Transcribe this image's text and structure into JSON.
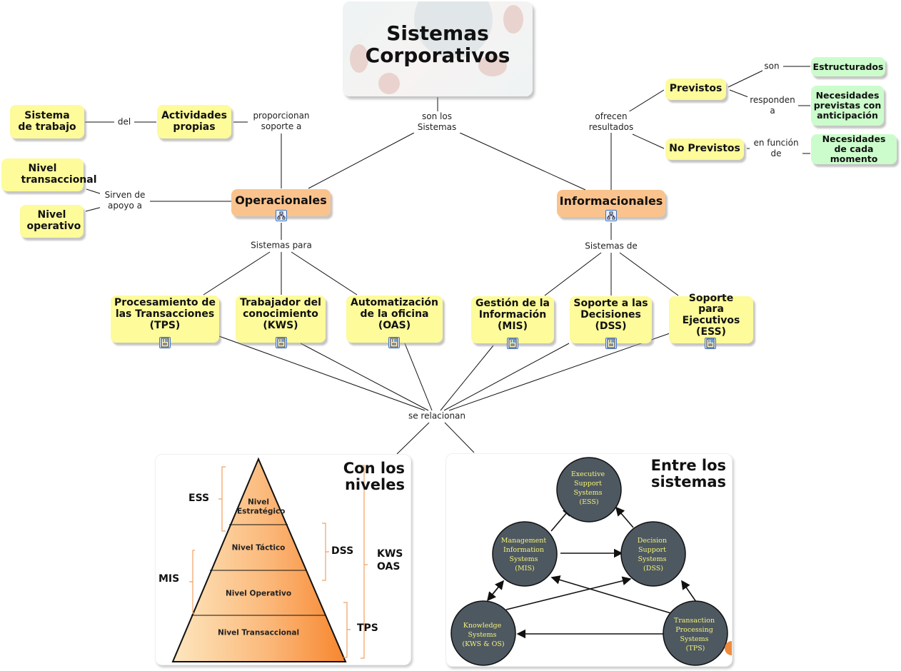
{
  "title": "Sistemas Corporativos",
  "title_lines": [
    "Sistemas",
    "Corporativos"
  ],
  "colors": {
    "concept_yellow": "#fdfb9a",
    "concept_green": "#ccfccc",
    "concept_orange": "#fac38d",
    "circle_fill": "#4e5861",
    "circle_text": "#f4f27a",
    "pyramid_bracket": "#f0a060"
  },
  "concepts": {
    "sistema_trabajo": "Sistema de trabajo",
    "actividades": "Actividades propias",
    "nivel_transaccional": "Nivel transaccional",
    "nivel_operativo": "Nivel operativo",
    "operacionales": "Operacionales",
    "informacionales": "Informacionales",
    "previstos": "Previstos",
    "no_previstos": "No Previstos",
    "estructurados": "Estructurados",
    "necesidades_previstas": "Necesidades previstas con anticipación",
    "necesidades_momento": "Necesidades de cada momento",
    "tps": "Procesamiento de las Transacciones (TPS)",
    "kws": "Trabajador del conocimiento (KWS)",
    "oas": "Automatización de la oficina (OAS)",
    "mis": "Gestión de la Información (MIS)",
    "dss": "Soporte a las Decisiones (DSS)",
    "ess": "Soporte para Ejecutivos (ESS)"
  },
  "linking_phrases": {
    "son_los_sistemas": "son los Sistemas",
    "del": "del",
    "proporcionan": "proporcionan soporte a",
    "sirven": "Sirven de apoyo a",
    "ofrecen": "ofrecen resultados",
    "son": "son",
    "responden": "responden a",
    "en_funcion": "en función de",
    "sistemas_para": "Sistemas para",
    "sistemas_de": "Sistemas de",
    "se_relacionan": "se relacionan"
  },
  "icons": {
    "submap": "submap-icon",
    "document": "document-icon"
  },
  "pyramid_panel": {
    "title": "Con los niveles",
    "levels": [
      "Nivel Estratégico",
      "Nivel Táctico",
      "Nivel Operativo",
      "Nivel Transaccional"
    ],
    "brackets": {
      "ess": "ESS",
      "mis": "MIS",
      "dss": "DSS",
      "tps": "TPS",
      "kws_oas": "KWS OAS"
    }
  },
  "systems_panel": {
    "title": "Entre los sistemas",
    "circles": {
      "ess": [
        "Executive",
        "Support",
        "Systems",
        "(ESS)"
      ],
      "mis": [
        "Management",
        "Information",
        "Systems",
        "(MIS)"
      ],
      "dss": [
        "Decision",
        "Support",
        "Systems",
        "(DSS)"
      ],
      "kws": [
        "Knowledge",
        "Systems",
        "(KWS & OS)"
      ],
      "tps": [
        "Transaction",
        "Processing",
        "Systems",
        "(TPS)"
      ]
    }
  }
}
